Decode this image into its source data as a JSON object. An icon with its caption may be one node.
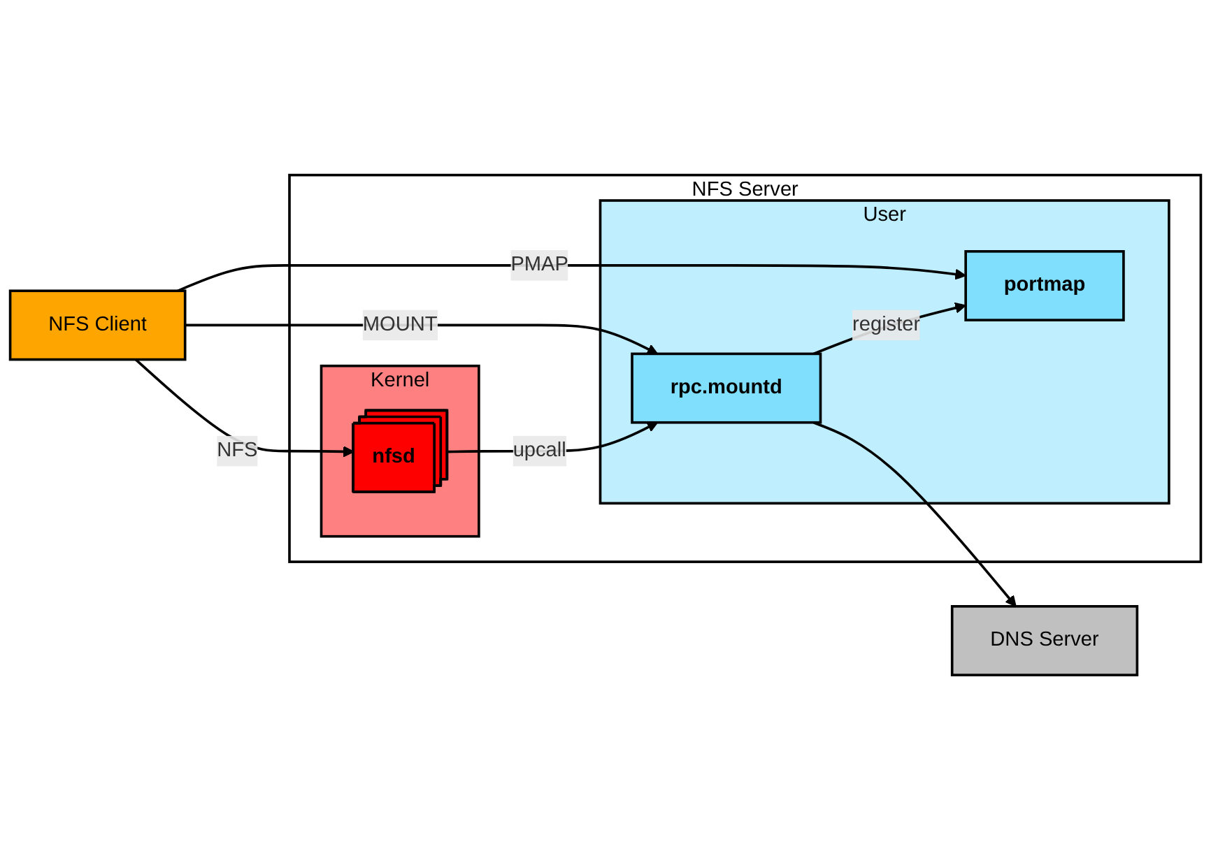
{
  "diagram": {
    "nodes": [
      {
        "text": [
          "NFS Client"
        ]
      },
      {
        "text": [
          "NFS Server"
        ]
      },
      {
        "text": [
          "User"
        ],
        "in": 1
      },
      {
        "text": [
          "portmap"
        ],
        "in": 2
      },
      {
        "text": [
          "rpc.mountd"
        ],
        "in": 2
      },
      {
        "text": [
          "Kernel"
        ],
        "in": 1
      },
      {
        "text": [
          "nfsd"
        ],
        "in": 5
      },
      {
        "text": [
          "DNS Server"
        ]
      }
    ],
    "edges": [
      {
        "from": 0,
        "to": 3,
        "arrow": "to",
        "label": "PMAP"
      },
      {
        "from": 0,
        "to": 4,
        "arrow": "to",
        "label": "MOUNT"
      },
      {
        "from": 0,
        "to": 6,
        "arrow": "to",
        "label": "NFS"
      },
      {
        "from": 4,
        "to": 3,
        "arrow": "to",
        "label": "register"
      },
      {
        "from": 6,
        "to": 4,
        "arrow": "to",
        "label": "upcall"
      },
      {
        "from": 4,
        "to": 7,
        "arrow": "to"
      }
    ]
  }
}
